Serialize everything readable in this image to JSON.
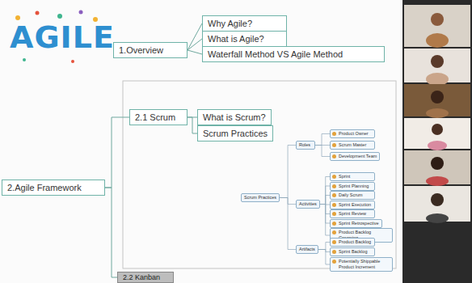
{
  "diagram": {
    "nodes": [
      {
        "text": [
          "1.Overview"
        ]
      },
      {
        "text": [
          "Why Agile?"
        ]
      },
      {
        "text": [
          "What is Agile?"
        ]
      },
      {
        "text": [
          "Waterfall Method VS Agile Method"
        ]
      },
      {
        "text": [
          "2.Agile Framework"
        ]
      },
      {
        "text": [
          "2.1 Scrum"
        ]
      },
      {
        "text": [
          "What is Scrum?"
        ]
      },
      {
        "text": [
          "Scrum Practices"
        ]
      },
      {
        "text": [
          "Scrum Practices"
        ]
      },
      {
        "text": [
          "Roles"
        ]
      },
      {
        "text": [
          "Product Owner"
        ]
      },
      {
        "text": [
          "Scrum Master"
        ]
      },
      {
        "text": [
          "Development Team"
        ]
      },
      {
        "text": [
          "Activities"
        ]
      },
      {
        "text": [
          "Sprint"
        ]
      },
      {
        "text": [
          "Sprint Planning"
        ]
      },
      {
        "text": [
          "Daily Scrum"
        ]
      },
      {
        "text": [
          "Sprint Execution"
        ]
      },
      {
        "text": [
          "Sprint Review"
        ]
      },
      {
        "text": [
          "Sprint Retrospective"
        ]
      },
      {
        "text": [
          "Product Backlog Grooming"
        ]
      },
      {
        "text": [
          "Artifacts"
        ]
      },
      {
        "text": [
          "Product Backlog"
        ]
      },
      {
        "text": [
          "Sprint Backlog"
        ]
      },
      {
        "text": [
          "Potentially Shippable Product Increment"
        ]
      },
      {
        "text": [
          "2.2 Kanban"
        ]
      }
    ],
    "edges": [
      {
        "from": 0,
        "to": 1,
        "arrow": "none"
      },
      {
        "from": 0,
        "to": 2,
        "arrow": "none"
      },
      {
        "from": 0,
        "to": 3,
        "arrow": "none"
      },
      {
        "from": 4,
        "to": 5,
        "arrow": "none"
      },
      {
        "from": 4,
        "to": 25,
        "arrow": "none"
      },
      {
        "from": 5,
        "to": 6,
        "arrow": "none"
      },
      {
        "from": 5,
        "to": 7,
        "arrow": "none"
      },
      {
        "from": 8,
        "to": 9,
        "arrow": "none"
      },
      {
        "from": 8,
        "to": 13,
        "arrow": "none"
      },
      {
        "from": 8,
        "to": 21,
        "arrow": "none"
      },
      {
        "from": 9,
        "to": 10,
        "arrow": "none"
      },
      {
        "from": 9,
        "to": 11,
        "arrow": "none"
      },
      {
        "from": 9,
        "to": 12,
        "arrow": "none"
      },
      {
        "from": 13,
        "to": 14,
        "arrow": "none"
      },
      {
        "from": 13,
        "to": 15,
        "arrow": "none"
      },
      {
        "from": 13,
        "to": 16,
        "arrow": "none"
      },
      {
        "from": 13,
        "to": 17,
        "arrow": "none"
      },
      {
        "from": 13,
        "to": 18,
        "arrow": "none"
      },
      {
        "from": 13,
        "to": 19,
        "arrow": "none"
      },
      {
        "from": 13,
        "to": 20,
        "arrow": "none"
      },
      {
        "from": 21,
        "to": 22,
        "arrow": "none"
      },
      {
        "from": 21,
        "to": 23,
        "arrow": "none"
      },
      {
        "from": 21,
        "to": 24,
        "arrow": "none"
      }
    ],
    "labels": [
      "AGILE"
    ]
  }
}
